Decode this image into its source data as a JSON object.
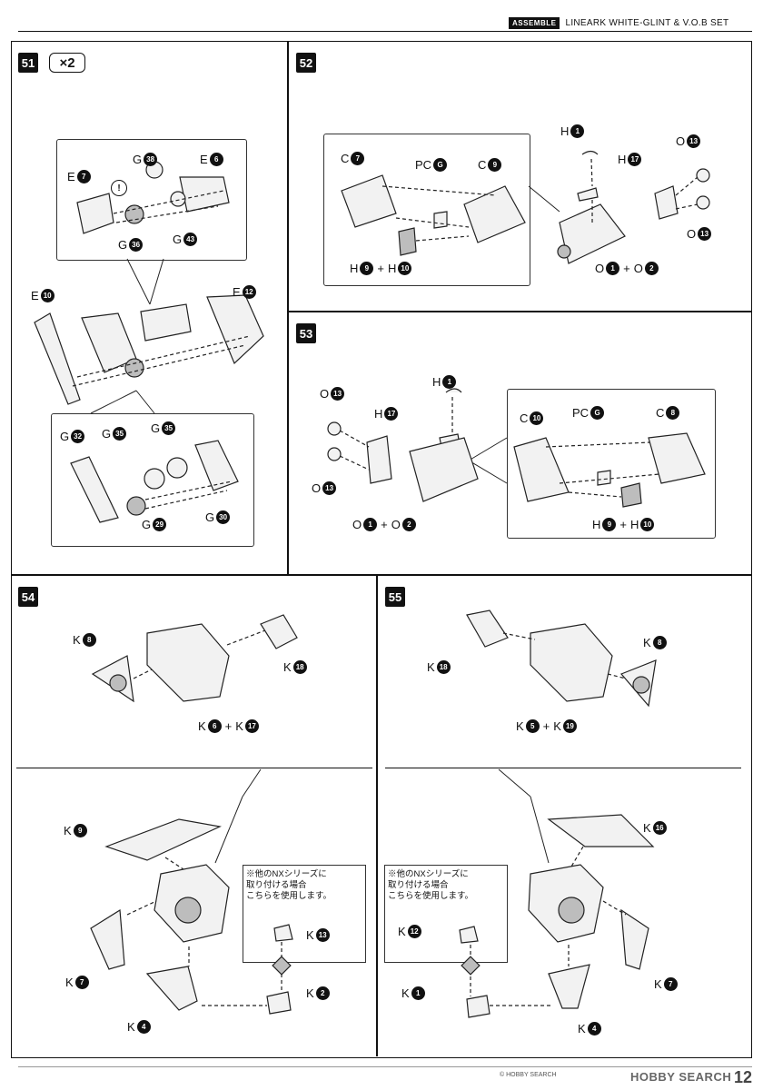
{
  "header": {
    "tag": "ASSEMBLE",
    "title": "LINEARK WHITE-GLINT & V.O.B SET"
  },
  "steps": {
    "s51": {
      "number": "51",
      "multiplier": "×2",
      "labels": {
        "e7": {
          "l": "E",
          "n": "7"
        },
        "g38": {
          "l": "G",
          "n": "38"
        },
        "e6": {
          "l": "E",
          "n": "6"
        },
        "g36": {
          "l": "G",
          "n": "36"
        },
        "g43": {
          "l": "G",
          "n": "43"
        },
        "e10": {
          "l": "E",
          "n": "10"
        },
        "e12": {
          "l": "E",
          "n": "12"
        },
        "g32": {
          "l": "G",
          "n": "32"
        },
        "g35a": {
          "l": "G",
          "n": "35"
        },
        "g35b": {
          "l": "G",
          "n": "35"
        },
        "g29": {
          "l": "G",
          "n": "29"
        },
        "g30": {
          "l": "G",
          "n": "30"
        }
      },
      "caution_mark": "!"
    },
    "s52": {
      "number": "52",
      "labels": {
        "c7": {
          "l": "C",
          "n": "7"
        },
        "pcg": {
          "l": "PC",
          "n": "G"
        },
        "c9": {
          "l": "C",
          "n": "9"
        },
        "h1": {
          "l": "H",
          "n": "1"
        },
        "h17": {
          "l": "H",
          "n": "17"
        },
        "o13a": {
          "l": "O",
          "n": "13"
        },
        "o13b": {
          "l": "O",
          "n": "13"
        },
        "h9": {
          "l": "H",
          "n": "9"
        },
        "h10": {
          "l": "H",
          "n": "10"
        },
        "o1": {
          "l": "O",
          "n": "1"
        },
        "o2": {
          "l": "O",
          "n": "2"
        }
      },
      "plus": "+"
    },
    "s53": {
      "number": "53",
      "labels": {
        "h1": {
          "l": "H",
          "n": "1"
        },
        "o13a": {
          "l": "O",
          "n": "13"
        },
        "h17": {
          "l": "H",
          "n": "17"
        },
        "o13b": {
          "l": "O",
          "n": "13"
        },
        "o1": {
          "l": "O",
          "n": "1"
        },
        "o2": {
          "l": "O",
          "n": "2"
        },
        "c10": {
          "l": "C",
          "n": "10"
        },
        "pcg": {
          "l": "PC",
          "n": "G"
        },
        "c8": {
          "l": "C",
          "n": "8"
        },
        "h9": {
          "l": "H",
          "n": "9"
        },
        "h10": {
          "l": "H",
          "n": "10"
        }
      },
      "plus": "+"
    },
    "s54": {
      "number": "54",
      "labels": {
        "k8": {
          "l": "K",
          "n": "8"
        },
        "k18": {
          "l": "K",
          "n": "18"
        },
        "k6": {
          "l": "K",
          "n": "6"
        },
        "k17": {
          "l": "K",
          "n": "17"
        },
        "k9": {
          "l": "K",
          "n": "9"
        },
        "k13": {
          "l": "K",
          "n": "13"
        },
        "k7": {
          "l": "K",
          "n": "7"
        },
        "k2": {
          "l": "K",
          "n": "2"
        },
        "k4": {
          "l": "K",
          "n": "4"
        }
      },
      "plus": "+",
      "note": "※他のNXシリーズに\n取り付ける場合\nこちらを使用します。"
    },
    "s55": {
      "number": "55",
      "labels": {
        "k18": {
          "l": "K",
          "n": "18"
        },
        "k8": {
          "l": "K",
          "n": "8"
        },
        "k5": {
          "l": "K",
          "n": "5"
        },
        "k19": {
          "l": "K",
          "n": "19"
        },
        "k16": {
          "l": "K",
          "n": "16"
        },
        "k12": {
          "l": "K",
          "n": "12"
        },
        "k7": {
          "l": "K",
          "n": "7"
        },
        "k1": {
          "l": "K",
          "n": "1"
        },
        "k4": {
          "l": "K",
          "n": "4"
        }
      },
      "plus": "+",
      "note": "※他のNXシリーズに\n取り付ける場合\nこちらを使用します。"
    }
  },
  "footer": {
    "copyright": "© HOBBY SEARCH",
    "watermark": "HOBBY SEARCH",
    "page_number": "12"
  }
}
